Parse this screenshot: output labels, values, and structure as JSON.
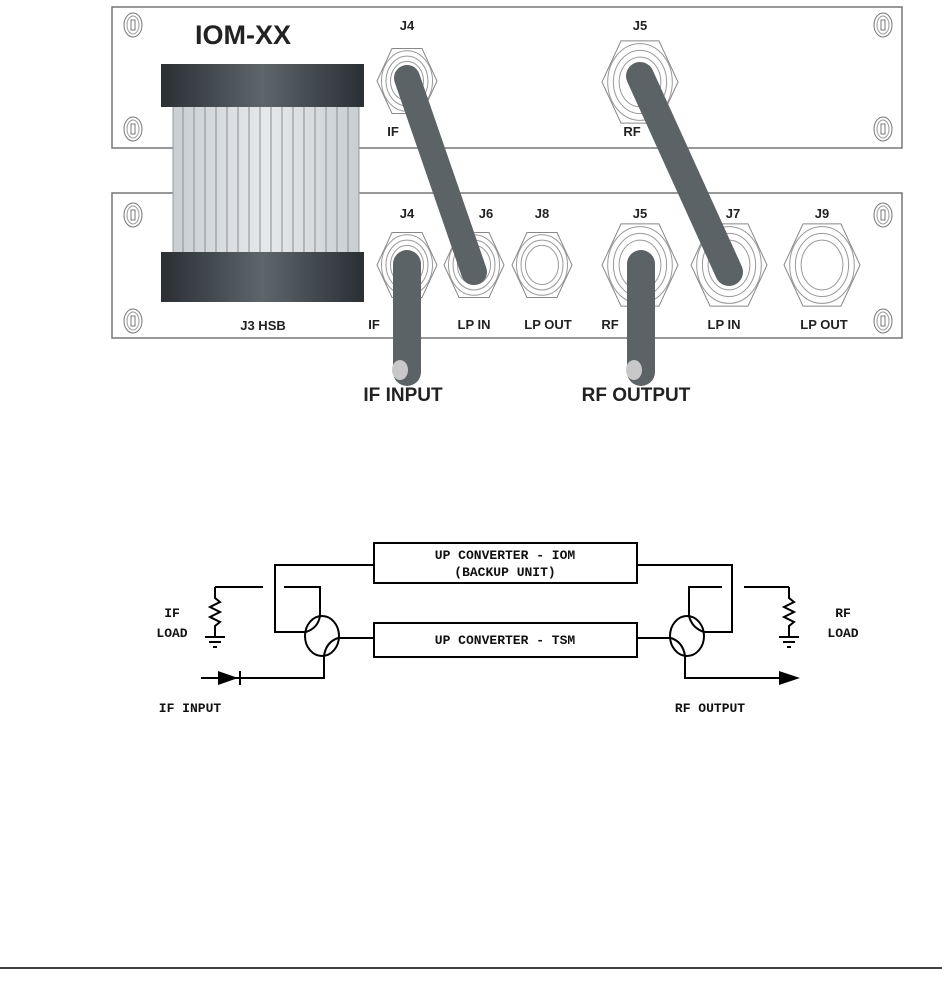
{
  "panel": {
    "title": "IOM-XX",
    "top_connectors": [
      {
        "id": "J4",
        "label": "IF"
      },
      {
        "id": "J5",
        "label": "RF"
      }
    ],
    "bottom_connectors": [
      {
        "id": "J4",
        "label": "IF"
      },
      {
        "id": "J6",
        "label": "LP IN"
      },
      {
        "id": "J8",
        "label": "LP OUT"
      },
      {
        "id": "J5",
        "label": "RF"
      },
      {
        "id": "J7",
        "label": "LP IN"
      },
      {
        "id": "J9",
        "label": "LP OUT"
      }
    ],
    "ribbon_label": "J3 HSB",
    "cable_labels": {
      "if_input": "IF INPUT",
      "rf_output": "RF OUTPUT"
    }
  },
  "schematic": {
    "box_backup_line1": "UP CONVERTER - IOM",
    "box_backup_line2": "(BACKUP UNIT)",
    "box_main": "UP CONVERTER - TSM",
    "if_load_line1": "IF",
    "if_load_line2": "LOAD",
    "rf_load_line1": "RF",
    "rf_load_line2": "LOAD",
    "if_input": "IF INPUT",
    "rf_output": "RF OUTPUT"
  }
}
